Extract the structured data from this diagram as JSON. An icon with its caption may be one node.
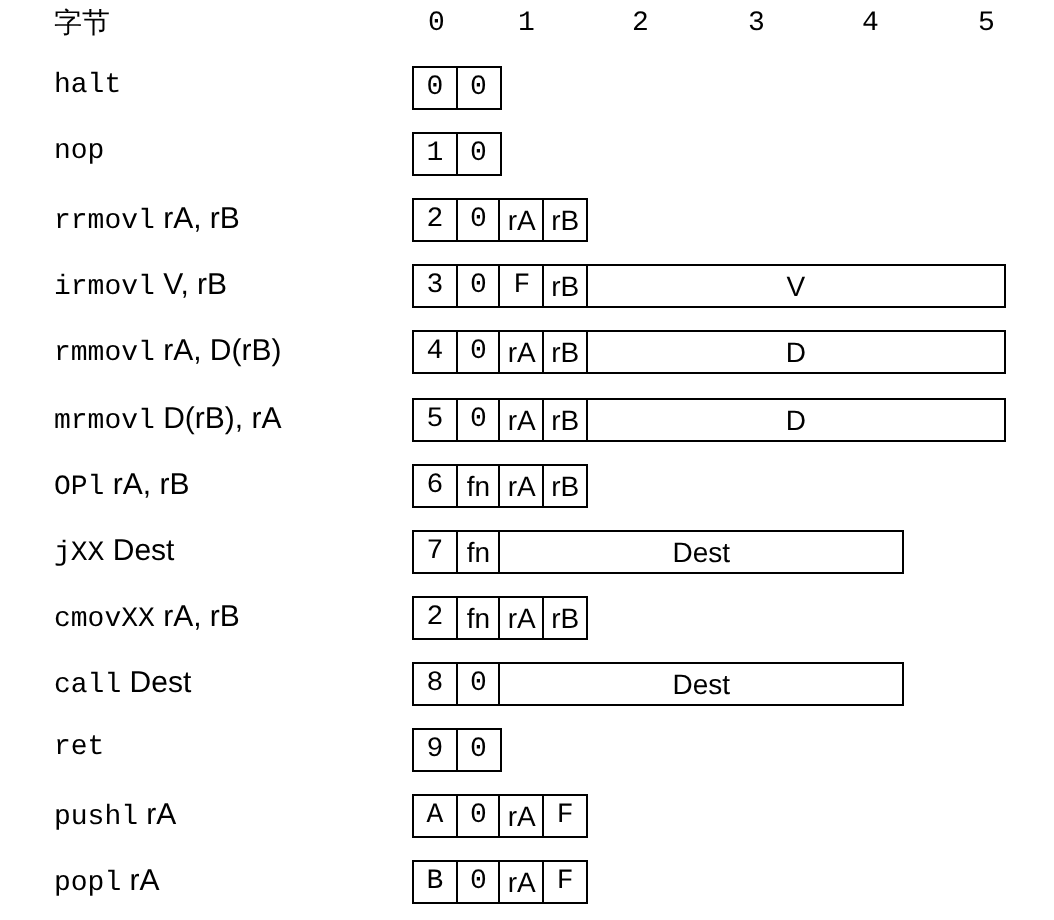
{
  "diagram": {
    "nodes": [
      {
        "text": [
          "0"
        ]
      },
      {
        "text": [
          "0"
        ]
      },
      {
        "text": [
          "1"
        ]
      },
      {
        "text": [
          "0"
        ]
      },
      {
        "text": [
          "2"
        ]
      },
      {
        "text": [
          "0"
        ]
      },
      {
        "text": [
          "rA"
        ]
      },
      {
        "text": [
          "rB"
        ]
      },
      {
        "text": [
          "3"
        ]
      },
      {
        "text": [
          "0"
        ]
      },
      {
        "text": [
          "F"
        ]
      },
      {
        "text": [
          "rB"
        ]
      },
      {
        "text": [
          "V"
        ]
      },
      {
        "text": [
          "4"
        ]
      },
      {
        "text": [
          "0"
        ]
      },
      {
        "text": [
          "rA"
        ]
      },
      {
        "text": [
          "rB"
        ]
      },
      {
        "text": [
          "D"
        ]
      },
      {
        "text": [
          "5"
        ]
      },
      {
        "text": [
          "0"
        ]
      },
      {
        "text": [
          "rA"
        ]
      },
      {
        "text": [
          "rB"
        ]
      },
      {
        "text": [
          "D"
        ]
      },
      {
        "text": [
          "6"
        ]
      },
      {
        "text": [
          "fn"
        ]
      },
      {
        "text": [
          "rA"
        ]
      },
      {
        "text": [
          "rB"
        ]
      },
      {
        "text": [
          "7"
        ]
      },
      {
        "text": [
          "fn"
        ]
      },
      {
        "text": [
          "Dest"
        ]
      },
      {
        "text": [
          "2"
        ]
      },
      {
        "text": [
          "fn"
        ]
      },
      {
        "text": [
          "rA"
        ]
      },
      {
        "text": [
          "rB"
        ]
      },
      {
        "text": [
          "8"
        ]
      },
      {
        "text": [
          "0"
        ]
      },
      {
        "text": [
          "Dest"
        ]
      },
      {
        "text": [
          "9"
        ]
      },
      {
        "text": [
          "0"
        ]
      },
      {
        "text": [
          "A"
        ]
      },
      {
        "text": [
          "0"
        ]
      },
      {
        "text": [
          "rA"
        ]
      },
      {
        "text": [
          "F"
        ]
      },
      {
        "text": [
          "B"
        ]
      },
      {
        "text": [
          "0"
        ]
      },
      {
        "text": [
          "rA"
        ]
      },
      {
        "text": [
          "F"
        ]
      }
    ],
    "labels": [
      "字节",
      "0",
      "1",
      "2",
      "3",
      "4",
      "5",
      "halt",
      "nop",
      "rrmovl rA, rB",
      "irmovl V, rB",
      "rmmovl rA, D(rB)",
      "mrmovl D(rB), rA",
      "OPl rA, rB",
      "jXX Dest",
      "cmovXX rA, rB",
      "call Dest",
      "ret",
      "pushl rA",
      "popl rA"
    ]
  }
}
